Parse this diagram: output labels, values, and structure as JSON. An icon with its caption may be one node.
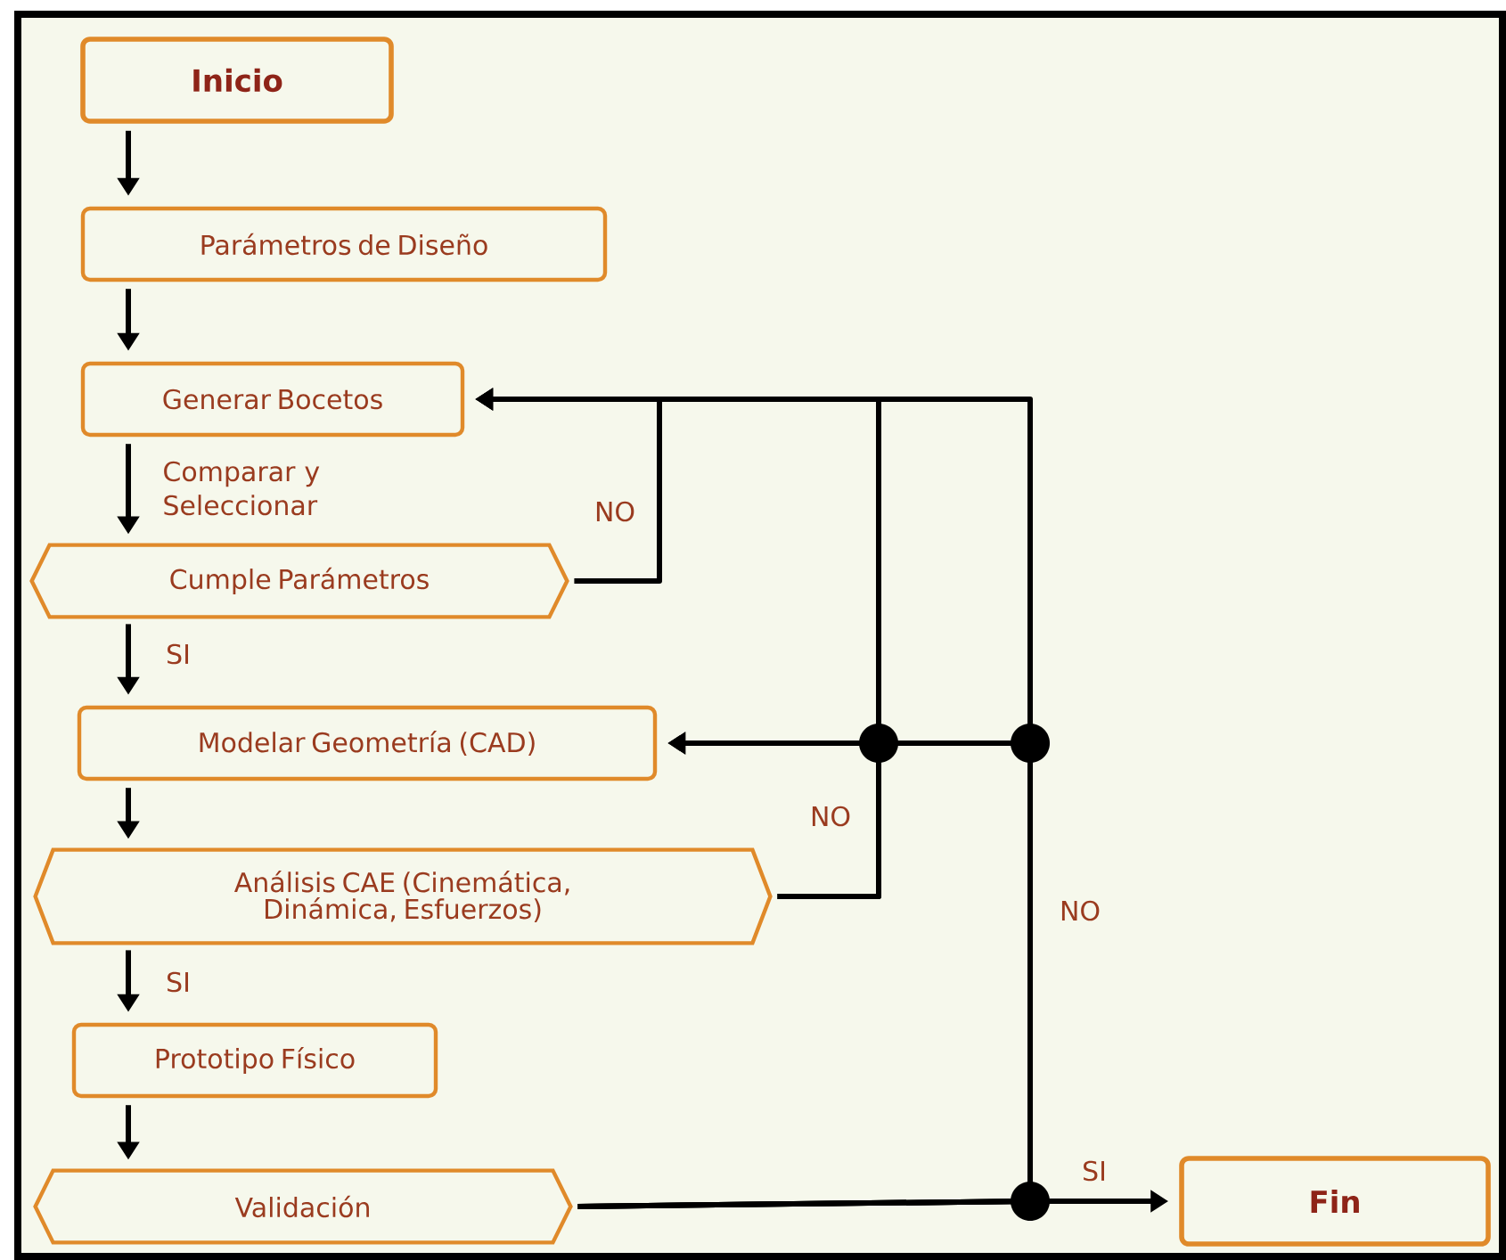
{
  "diagram": {
    "nodes": [
      {
        "text": [
          "Inicio"
        ]
      },
      {
        "text": [
          "Parámetros de Diseño"
        ]
      },
      {
        "text": [
          "Generar Bocetos"
        ]
      },
      {
        "text": [
          "Cumple Parámetros"
        ]
      },
      {
        "text": [
          "Modelar Geometría (CAD)"
        ]
      },
      {
        "text": [
          "Análisis CAE (Cinemática, Dinámica, Esfuerzos)"
        ]
      },
      {
        "text": [
          "Prototipo Físico"
        ]
      },
      {
        "text": [
          "Validación"
        ]
      },
      {
        "text": [
          "Fin"
        ]
      }
    ],
    "edges": [
      {
        "from": 0,
        "to": 1,
        "arrow": "to"
      },
      {
        "from": 1,
        "to": 2,
        "arrow": "to"
      },
      {
        "from": 2,
        "to": 3,
        "arrow": "to",
        "label": "Comparar y Seleccionar"
      },
      {
        "from": 3,
        "to": 2,
        "arrow": "to",
        "label": "NO"
      },
      {
        "from": 3,
        "to": 4,
        "arrow": "to",
        "label": "SI"
      },
      {
        "from": 4,
        "to": 5,
        "arrow": "to"
      },
      {
        "from": 5,
        "to": 4,
        "arrow": "to",
        "label": "NO"
      },
      {
        "from": 5,
        "to": 2,
        "arrow": "to"
      },
      {
        "from": 5,
        "to": 6,
        "arrow": "to",
        "label": "SI"
      },
      {
        "from": 6,
        "to": 7,
        "arrow": "to"
      },
      {
        "from": 7,
        "to": 8,
        "arrow": "to",
        "label": "SI"
      },
      {
        "from": 7,
        "to": 4,
        "arrow": "to",
        "label": "NO"
      },
      {
        "from": 7,
        "to": 2,
        "arrow": "to"
      }
    ]
  }
}
